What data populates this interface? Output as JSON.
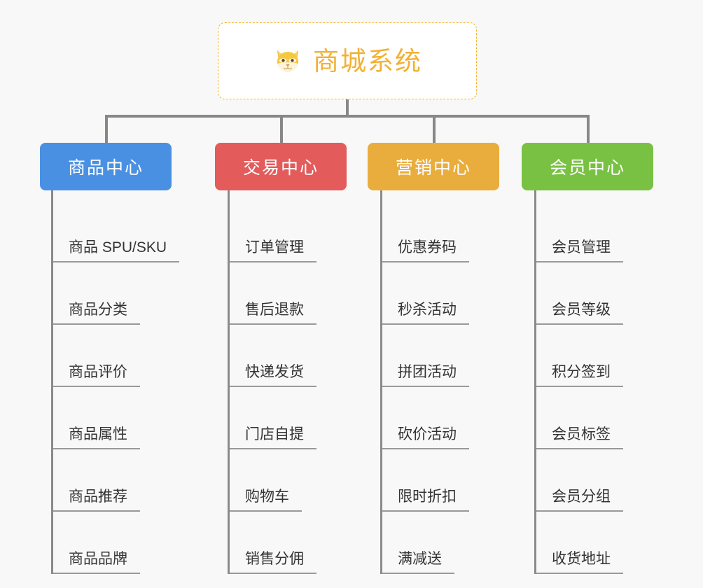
{
  "background_color": "#f8f8f8",
  "root": {
    "title": "商城系统",
    "icon": "shiba-dog-face-icon",
    "icon_color": "#f5c842",
    "text_color": "#f2b134",
    "border_color": "#f0b429"
  },
  "columns": [
    {
      "id": "product-center",
      "label": "商品中心",
      "color": "#4a90e2",
      "items": [
        "商品 SPU/SKU",
        "商品分类",
        "商品评价",
        "商品属性",
        "商品推荐",
        "商品品牌"
      ]
    },
    {
      "id": "trade-center",
      "label": "交易中心",
      "color": "#e35b5b",
      "items": [
        "订单管理",
        "售后退款",
        "快递发货",
        "门店自提",
        "购物车",
        "销售分佣"
      ]
    },
    {
      "id": "marketing-center",
      "label": "营销中心",
      "color": "#e9ad3e",
      "items": [
        "优惠券码",
        "秒杀活动",
        "拼团活动",
        "砍价活动",
        "限时折扣",
        "满减送"
      ]
    },
    {
      "id": "member-center",
      "label": "会员中心",
      "color": "#79c143",
      "items": [
        "会员管理",
        "会员等级",
        "积分签到",
        "会员标签",
        "会员分组",
        "收货地址"
      ]
    }
  ]
}
